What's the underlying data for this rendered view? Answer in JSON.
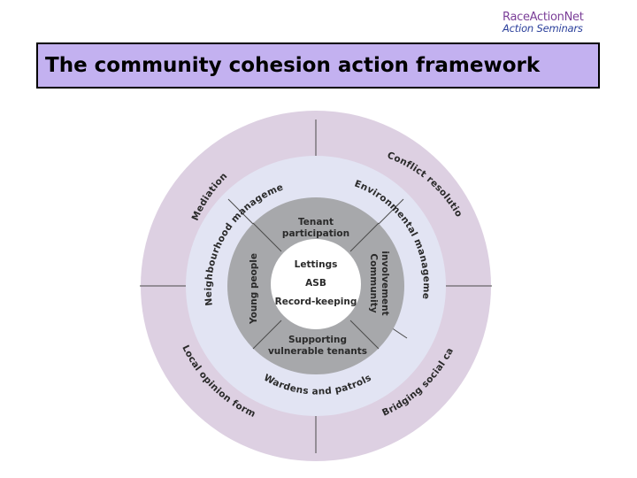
{
  "logo": {
    "line1": "RaceActionNet",
    "line2": "Action Seminars"
  },
  "title": "The community cohesion action framework",
  "colors": {
    "outer_ring": "#ddd0e2",
    "middle_ring": "#e2e4f3",
    "inner_ring": "#a7a8ab",
    "core": "#ffffff",
    "divider": "#4a4a4a"
  },
  "diagram": {
    "core": [
      "Lettings",
      "ASB",
      "Record-keeping"
    ],
    "inner": {
      "top": [
        "Tenant",
        "participation"
      ],
      "right": [
        "Community",
        "involvement"
      ],
      "bottom": [
        "Supporting",
        "vulnerable tenants"
      ],
      "left": "Young people"
    },
    "middle": {
      "neighbourhood": "Neighbourhood management",
      "environmental": "Environmental management",
      "wardens": "Wardens and patrols"
    },
    "outer": {
      "mediation": "Mediation",
      "conflict": "Conflict resolution",
      "local": "Local opinion formers",
      "bridging": "Bridging social capital"
    }
  }
}
